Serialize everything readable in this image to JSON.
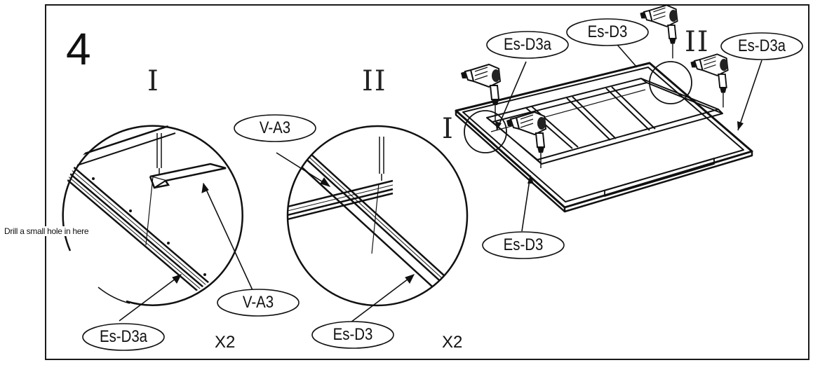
{
  "step": {
    "number": "4"
  },
  "views": {
    "detail_1_roman": "I",
    "detail_2_roman": "II",
    "overview_1_roman": "I",
    "overview_2_roman": "II"
  },
  "note": "Drill a small hole  in here",
  "labels": {
    "detail1_es_d3a": "Es-D3a",
    "detail1_v_a3": "V-A3",
    "detail2_v_a3": "V-A3",
    "detail2_es_d3": "Es-D3",
    "overview_es_d3a_left": "Es-D3a",
    "overview_es_d3_top": "Es-D3",
    "overview_es_d3a_right": "Es-D3a",
    "overview_es_d3_bottom": "Es-D3"
  },
  "quantities": {
    "detail1": "X2",
    "detail2": "X2"
  },
  "icons": [
    "power-drill-icon"
  ]
}
